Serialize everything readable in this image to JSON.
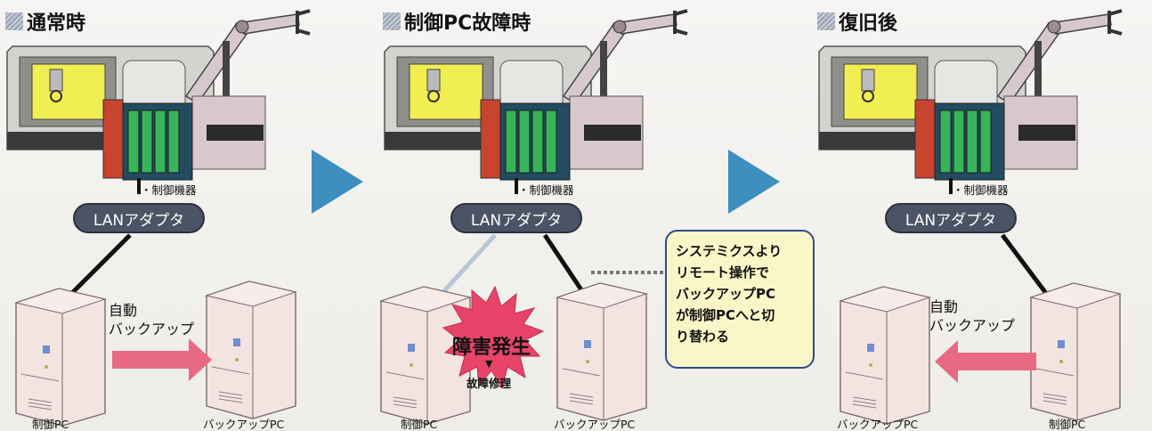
{
  "panels": [
    {
      "title": "通常時",
      "device_label": "・制御機器",
      "adapter_label": "LANアダプタ",
      "auto_label_1": "自動",
      "auto_label_2": "バックアップ",
      "pc_left_label": "制御PC",
      "pc_right_label": "バックアップPC"
    },
    {
      "title": "制御PC故障時",
      "device_label": "・制御機器",
      "adapter_label": "LANアダプタ",
      "burst_label": "障害発生",
      "burst_arrow": "▼",
      "repair_label": "故障修理",
      "pc_left_label": "制御PC",
      "pc_right_label": "バックアップPC"
    },
    {
      "title": "復旧後",
      "device_label": "・制御機器",
      "adapter_label": "LANアダプタ",
      "auto_label_1": "自動",
      "auto_label_2": "バックアップ",
      "pc_left_label": "バックアップPC",
      "pc_right_label": "制御PC"
    }
  ],
  "callout": {
    "lines": [
      "システミクスより",
      "リモート操作で",
      "バックアップPC",
      "が制御PCへと切",
      "り替わる"
    ]
  },
  "colors": {
    "step_arrow": "#3e8fc0",
    "backup_arrow": "#e86a82",
    "burst": "#e8446a",
    "callout_border": "#2f4c8a",
    "callout_bg": "#fbf6c8"
  }
}
